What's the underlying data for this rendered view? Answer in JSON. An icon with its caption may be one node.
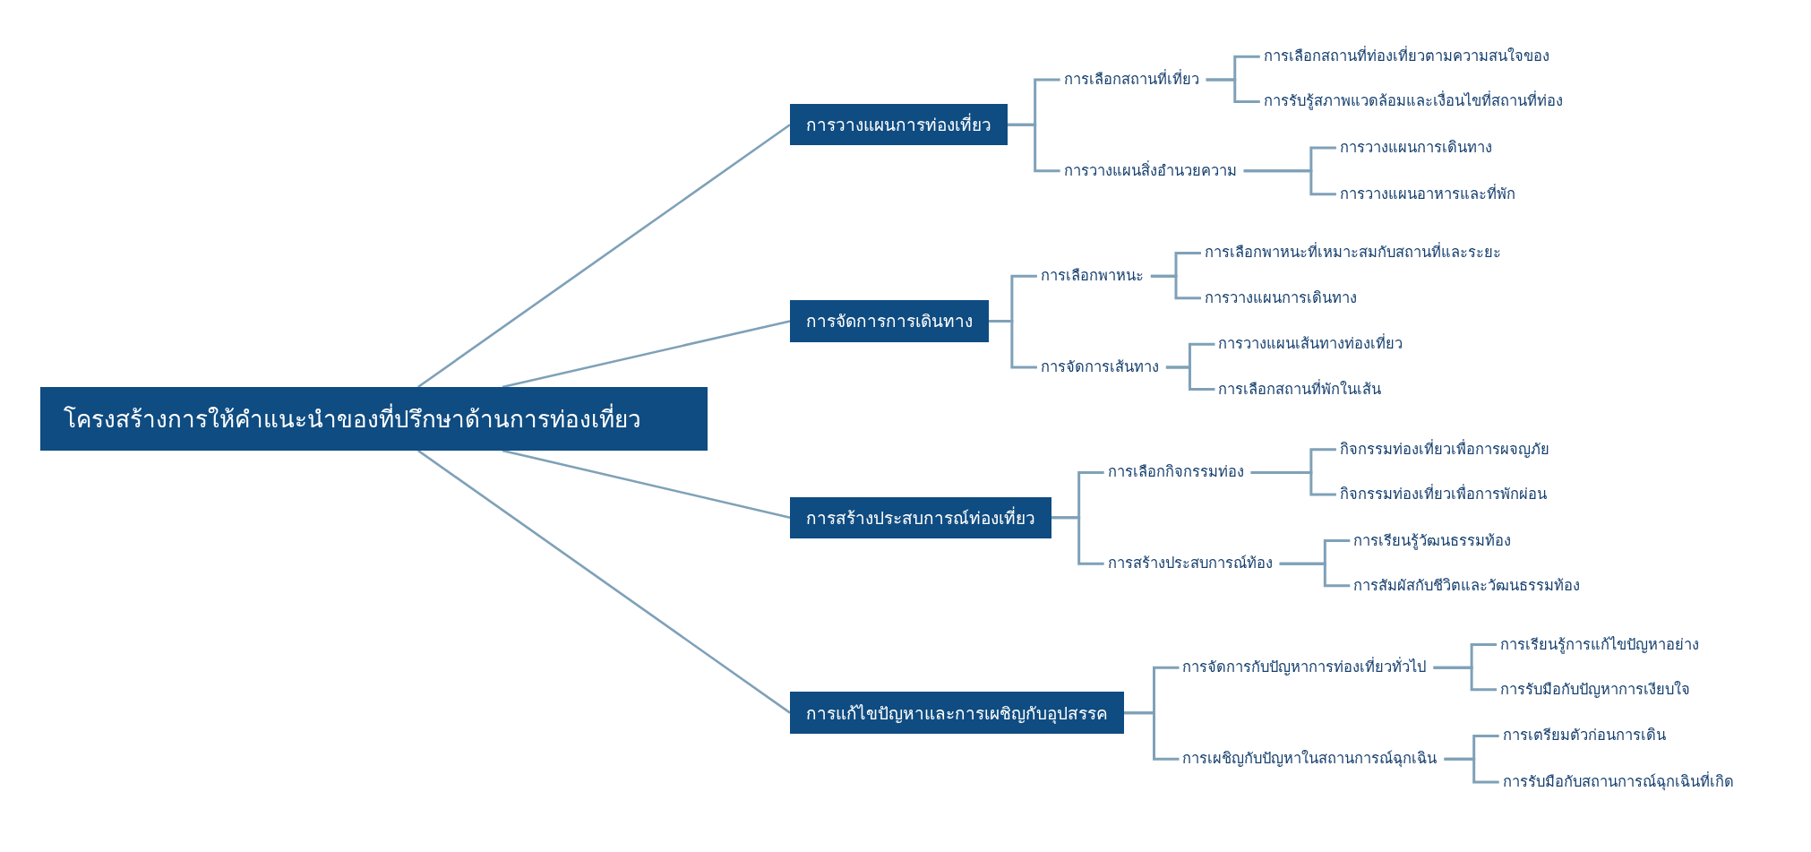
{
  "diagram": {
    "nodes": [
      {
        "text": [
          "โครงสร้างการให้คำแนะนำของที่ปรึกษาด้านการท่องเที่ยว"
        ]
      },
      {
        "text": [
          "การวางแผนการท่องเที่ยว"
        ]
      },
      {
        "text": [
          "การเลือกสถานที่เที่ยว"
        ]
      },
      {
        "text": [
          "การเลือกสถานที่ท่องเที่ยวตามความสนใจของ"
        ]
      },
      {
        "text": [
          "การรับรู้สภาพแวดล้อมและเงื่อนไขที่สถานที่ท่อง"
        ]
      },
      {
        "text": [
          "การวางแผนสิ่งอำนวยความ"
        ]
      },
      {
        "text": [
          "การวางแผนการเดินทาง"
        ]
      },
      {
        "text": [
          "การวางแผนอาหารและที่พัก"
        ]
      },
      {
        "text": [
          "การจัดการการเดินทาง"
        ]
      },
      {
        "text": [
          "การเลือกพาหนะ"
        ]
      },
      {
        "text": [
          "การเลือกพาหนะที่เหมาะสมกับสถานที่และระยะ"
        ]
      },
      {
        "text": [
          "การวางแผนการเดินทาง"
        ]
      },
      {
        "text": [
          "การจัดการเส้นทาง"
        ]
      },
      {
        "text": [
          "การวางแผนเส้นทางท่องเที่ยว"
        ]
      },
      {
        "text": [
          "การเลือกสถานที่พักในเส้น"
        ]
      },
      {
        "text": [
          "การสร้างประสบการณ์ท่องเที่ยว"
        ]
      },
      {
        "text": [
          "การเลือกกิจกรรมท่อง"
        ]
      },
      {
        "text": [
          "กิจกรรมท่องเที่ยวเพื่อการผจญภัย"
        ]
      },
      {
        "text": [
          "กิจกรรมท่องเที่ยวเพื่อการพักผ่อน"
        ]
      },
      {
        "text": [
          "การสร้างประสบการณ์ท้อง"
        ]
      },
      {
        "text": [
          "การเรียนรู้วัฒนธรรมท้อง"
        ]
      },
      {
        "text": [
          "การสัมผัสกับชีวิตและวัฒนธรรมท้อง"
        ]
      },
      {
        "text": [
          "การแก้ไขปัญหาและการเผชิญกับอุปสรรค"
        ]
      },
      {
        "text": [
          "การจัดการกับปัญหาการท่องเที่ยวทั่วไป"
        ]
      },
      {
        "text": [
          "การเรียนรู้การแก้ไขปัญหาอย่าง"
        ]
      },
      {
        "text": [
          "การรับมือกับปัญหาการเงียบใจ"
        ]
      },
      {
        "text": [
          "การเผชิญกับปัญหาในสถานการณ์ฉุกเฉิน"
        ]
      },
      {
        "text": [
          "การเตรียมตัวก่อนการเดิน"
        ]
      },
      {
        "text": [
          "การรับมือกับสถานการณ์ฉุกเฉินที่เกิด"
        ]
      }
    ],
    "edges": [
      {
        "from": 0,
        "to": 1,
        "arrow": "none"
      },
      {
        "from": 0,
        "to": 8,
        "arrow": "none"
      },
      {
        "from": 0,
        "to": 15,
        "arrow": "none"
      },
      {
        "from": 0,
        "to": 22,
        "arrow": "none"
      },
      {
        "from": 1,
        "to": 2,
        "arrow": "none"
      },
      {
        "from": 2,
        "to": 3,
        "arrow": "none"
      },
      {
        "from": 2,
        "to": 4,
        "arrow": "none"
      },
      {
        "from": 1,
        "to": 5,
        "arrow": "none"
      },
      {
        "from": 5,
        "to": 6,
        "arrow": "none"
      },
      {
        "from": 5,
        "to": 7,
        "arrow": "none"
      },
      {
        "from": 8,
        "to": 9,
        "arrow": "none"
      },
      {
        "from": 9,
        "to": 10,
        "arrow": "none"
      },
      {
        "from": 9,
        "to": 11,
        "arrow": "none"
      },
      {
        "from": 8,
        "to": 12,
        "arrow": "none"
      },
      {
        "from": 12,
        "to": 13,
        "arrow": "none"
      },
      {
        "from": 12,
        "to": 14,
        "arrow": "none"
      },
      {
        "from": 15,
        "to": 16,
        "arrow": "none"
      },
      {
        "from": 16,
        "to": 17,
        "arrow": "none"
      },
      {
        "from": 16,
        "to": 18,
        "arrow": "none"
      },
      {
        "from": 15,
        "to": 19,
        "arrow": "none"
      },
      {
        "from": 19,
        "to": 20,
        "arrow": "none"
      },
      {
        "from": 19,
        "to": 21,
        "arrow": "none"
      },
      {
        "from": 22,
        "to": 23,
        "arrow": "none"
      },
      {
        "from": 23,
        "to": 24,
        "arrow": "none"
      },
      {
        "from": 23,
        "to": 25,
        "arrow": "none"
      },
      {
        "from": 22,
        "to": 26,
        "arrow": "none"
      },
      {
        "from": 26,
        "to": 27,
        "arrow": "none"
      },
      {
        "from": 26,
        "to": 28,
        "arrow": "none"
      }
    ]
  }
}
